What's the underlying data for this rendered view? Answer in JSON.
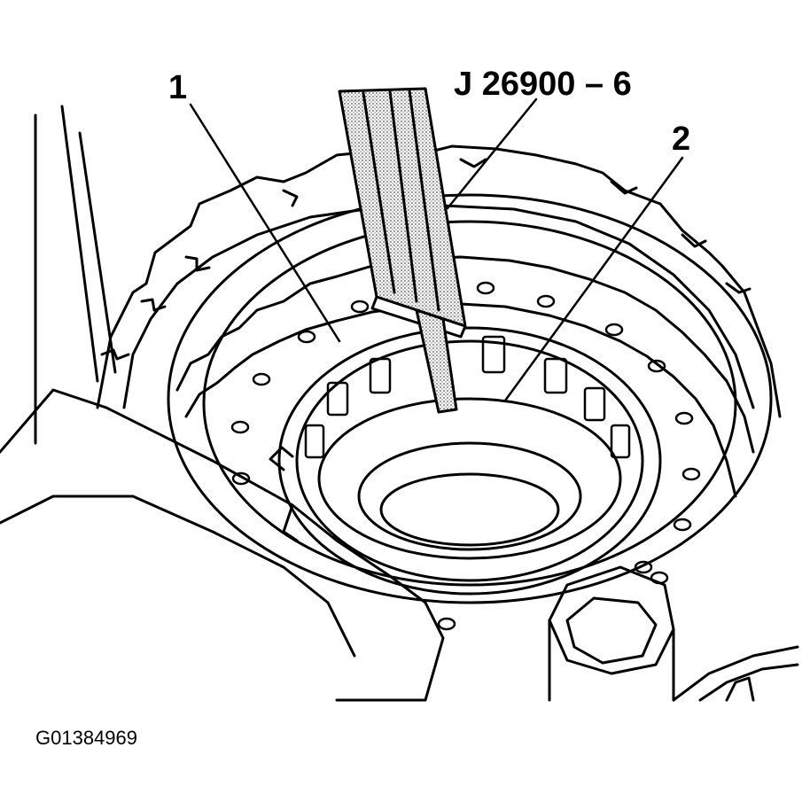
{
  "callouts": {
    "item_1": "1",
    "item_2": "2",
    "tool": "J 26900 – 6"
  },
  "figure_id": "G01384969",
  "colors": {
    "ink": "#000000",
    "paper": "#ffffff",
    "stipple": "#9a9a9a"
  }
}
